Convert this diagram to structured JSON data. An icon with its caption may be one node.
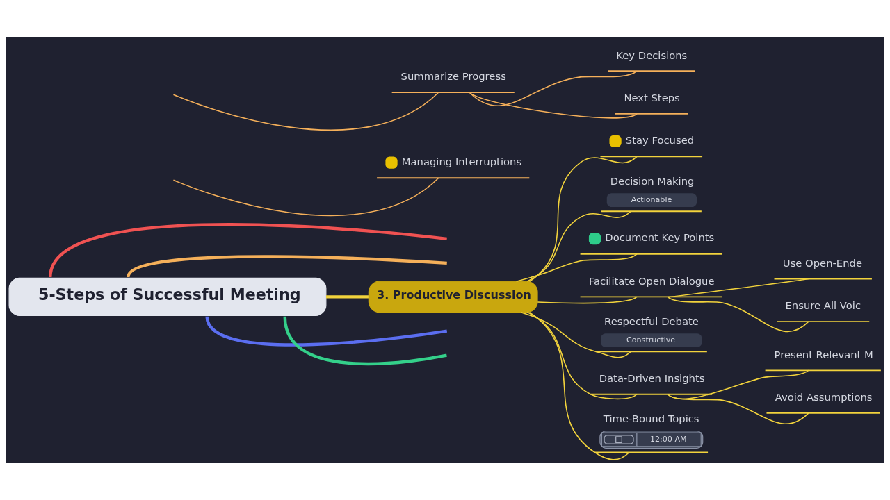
{
  "diagram": {
    "nodes": [
      {
        "text": [
          "5-Steps of Successful Meeting"
        ]
      },
      {
        "text": [
          "3. Productive Discussion"
        ]
      },
      {
        "text": [
          "Managing Interruptions"
        ]
      },
      {
        "text": [
          "Summarize Progress"
        ]
      },
      {
        "text": [
          "Key Decisions"
        ]
      },
      {
        "text": [
          "Next Steps"
        ]
      },
      {
        "text": [
          "Stay Focused"
        ]
      },
      {
        "text": [
          "Decision Making",
          "Actionable"
        ]
      },
      {
        "text": [
          "Document Key Points"
        ]
      },
      {
        "text": [
          "Facilitate Open Dialogue"
        ]
      },
      {
        "text": [
          "Use Open-Ende"
        ]
      },
      {
        "text": [
          "Ensure All Voic"
        ]
      },
      {
        "text": [
          "Respectful Debate",
          "Constructive"
        ]
      },
      {
        "text": [
          "Data-Driven Insights"
        ]
      },
      {
        "text": [
          "Present Relevant M"
        ]
      },
      {
        "text": [
          "Avoid Assumptions"
        ]
      },
      {
        "text": [
          "Time-Bound Topics",
          "12:00 AM"
        ]
      }
    ],
    "edges": [
      {
        "from": 0,
        "to": null,
        "arrow": "none",
        "style": "thick",
        "color": "#f05252"
      },
      {
        "from": 0,
        "to": null,
        "arrow": "none",
        "style": "thick",
        "color": "#f5b05a"
      },
      {
        "from": 0,
        "to": 1,
        "arrow": "none",
        "style": "thick"
      },
      {
        "from": 0,
        "to": null,
        "arrow": "none",
        "style": "thick",
        "color": "#5b6ef0"
      },
      {
        "from": 0,
        "to": null,
        "arrow": "none",
        "style": "thick",
        "color": "#34d08a"
      },
      {
        "from": null,
        "to": 2,
        "arrow": "none",
        "color": "#f5b05a"
      },
      {
        "from": null,
        "to": 3,
        "arrow": "none",
        "color": "#f5b05a"
      },
      {
        "from": 3,
        "to": 4,
        "arrow": "none",
        "color": "#f5b05a"
      },
      {
        "from": 3,
        "to": 5,
        "arrow": "none",
        "color": "#f5b05a"
      },
      {
        "from": 1,
        "to": 6,
        "arrow": "none"
      },
      {
        "from": 1,
        "to": 7,
        "arrow": "none"
      },
      {
        "from": 1,
        "to": 8,
        "arrow": "none"
      },
      {
        "from": 1,
        "to": 9,
        "arrow": "none"
      },
      {
        "from": 9,
        "to": 10,
        "arrow": "none"
      },
      {
        "from": 9,
        "to": 11,
        "arrow": "none"
      },
      {
        "from": 1,
        "to": 12,
        "arrow": "none"
      },
      {
        "from": 1,
        "to": 13,
        "arrow": "none"
      },
      {
        "from": 13,
        "to": 14,
        "arrow": "none"
      },
      {
        "from": 13,
        "to": 15,
        "arrow": "none"
      },
      {
        "from": 1,
        "to": 16,
        "arrow": "none"
      }
    ]
  }
}
